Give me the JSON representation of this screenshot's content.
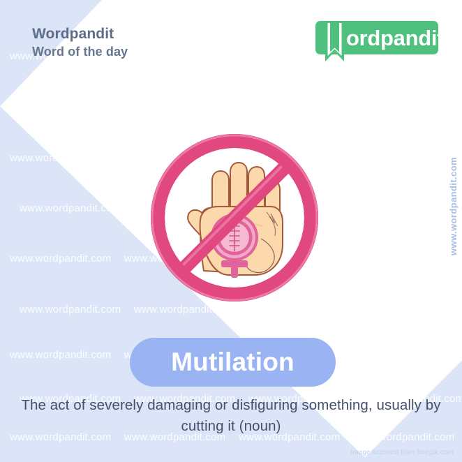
{
  "header": {
    "brand": "Wordpandit",
    "subtitle": "Word of the day"
  },
  "logo": {
    "text": "ordpandit",
    "full_text": "Wordpandit",
    "bookmark_icon": "bookmark-icon",
    "background_color": "#4fc07e",
    "text_color": "#ffffff"
  },
  "illustration": {
    "name": "no-female-genital-mutilation-illustration",
    "elements": [
      "prohibition-circle",
      "raised-hand",
      "female-gender-symbol",
      "suture-stitches"
    ],
    "colors": {
      "prohibition_ring": "#e8558f",
      "prohibition_ring_light": "#fama",
      "skin": "#fcd9ac",
      "skin_outline": "#a35c3a",
      "symbol_ring": "#e0649b",
      "symbol_fill": "#f5b9d2"
    }
  },
  "word": {
    "term": "Mutilation",
    "pill_color": "#9ab4f3",
    "text_color": "#ffffff"
  },
  "definition": {
    "text": "The act of severely damaging or disfiguring something, usually by cutting it (noun)",
    "part_of_speech": "noun"
  },
  "vertical_url": "www.wordpandit.com",
  "credit": "Image licensed from freepik.com",
  "watermark": {
    "text": "www.wordpandit.com"
  },
  "theme": {
    "background_blue": "#dce5f7",
    "background_white": "#ffffff",
    "heading_color": "#5d6d88",
    "definition_color": "#44506a"
  }
}
